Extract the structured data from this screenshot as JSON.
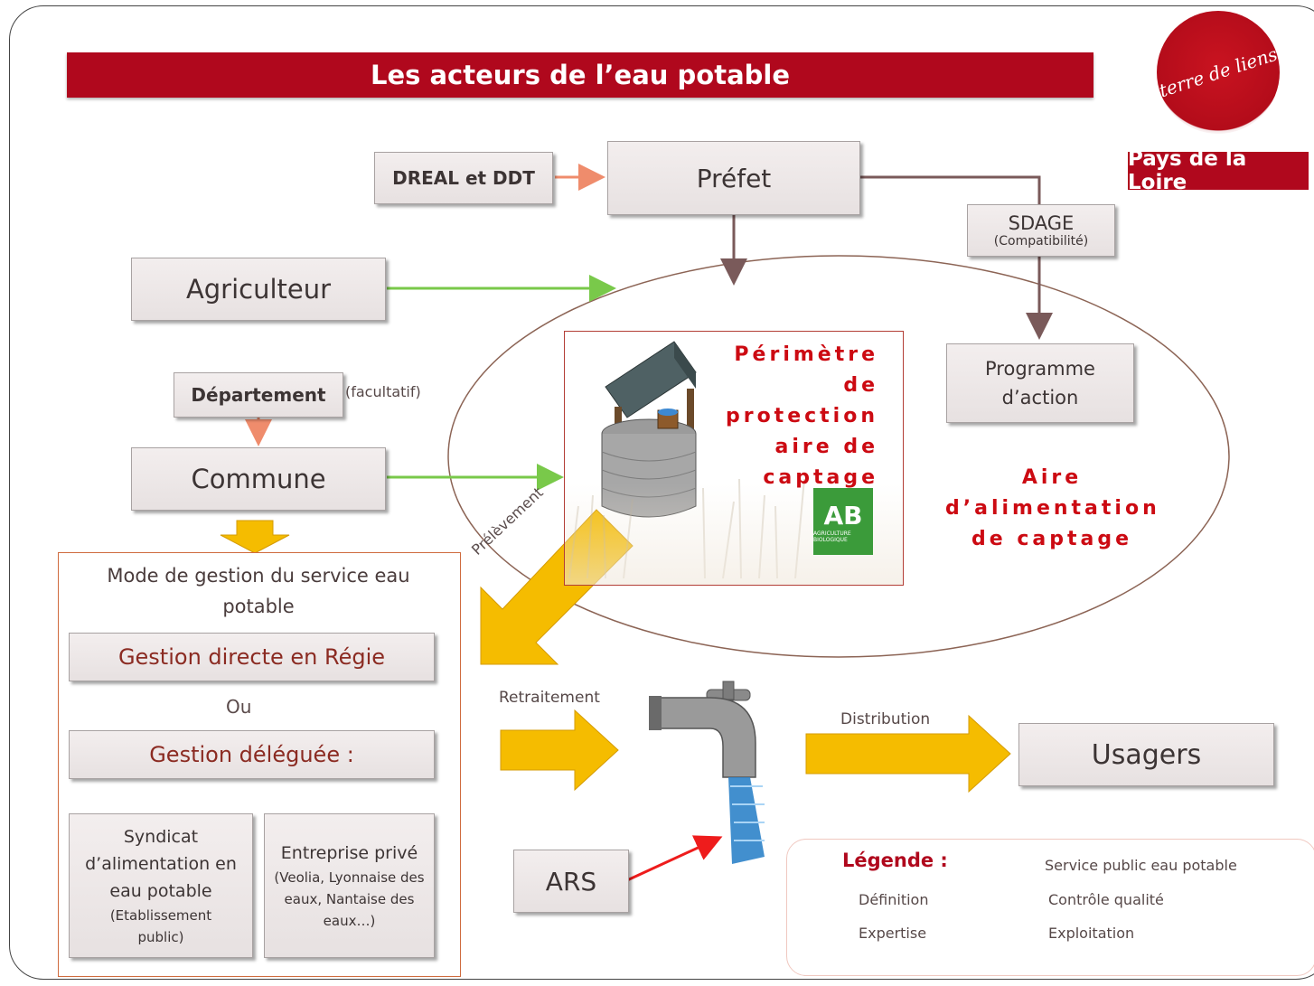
{
  "title": "Les acteurs de l’eau potable",
  "logo": {
    "text": "terre de liens",
    "region": "Pays de la Loire"
  },
  "nodes": {
    "dreal": "DREAL et DDT",
    "prefet": "Préfet",
    "sdage": "SDAGE",
    "sdage_note": "(Compatibilité)",
    "agriculteur": "Agriculteur",
    "departement": "Département",
    "facultatif": "(facultatif)",
    "commune": "Commune",
    "programme": "Programme d’action",
    "perimetre": "Périmètre de protection aire de captage",
    "aire": "Aire d’alimentation de captage",
    "ab_badge": "AB",
    "ab_sub": "AGRICULTURE BIOLOGIQUE",
    "mode_gestion": "Mode de gestion du service eau potable",
    "regie": "Gestion directe en Régie",
    "ou": "Ou",
    "deleguee": "Gestion déléguée :",
    "syndicat": "Syndicat d’alimentation en eau potable",
    "syndicat_note": "(Etablissement public)",
    "entreprise": "Entreprise privé",
    "entreprise_note": "(Veolia, Lyonnaise des eaux, Nantaise des eaux…)",
    "usagers": "Usagers",
    "ars": "ARS"
  },
  "flow_labels": {
    "prelevement": "Prélèvement",
    "retraitement": "Retraitement",
    "distribution": "Distribution"
  },
  "legend": {
    "title": "Légende :",
    "items": [
      {
        "label": "Service public eau potable",
        "color": "#f5bc00",
        "style": "block"
      },
      {
        "label": "Définition",
        "color": "#7a5a5a",
        "style": "arrow"
      },
      {
        "label": "Contrôle qualité",
        "color": "#ee1c1c",
        "style": "arrow"
      },
      {
        "label": "Expertise",
        "color": "#ef8c6c",
        "style": "arrow"
      },
      {
        "label": "Exploitation",
        "color": "#79c94a",
        "style": "arrow"
      }
    ]
  },
  "colors": {
    "definition": "#7a5a5a",
    "expertise": "#ef8c6c",
    "exploitation": "#79c94a",
    "controle": "#ee1c1c",
    "service_public": "#f5bc00",
    "accent": "#b0081d"
  }
}
